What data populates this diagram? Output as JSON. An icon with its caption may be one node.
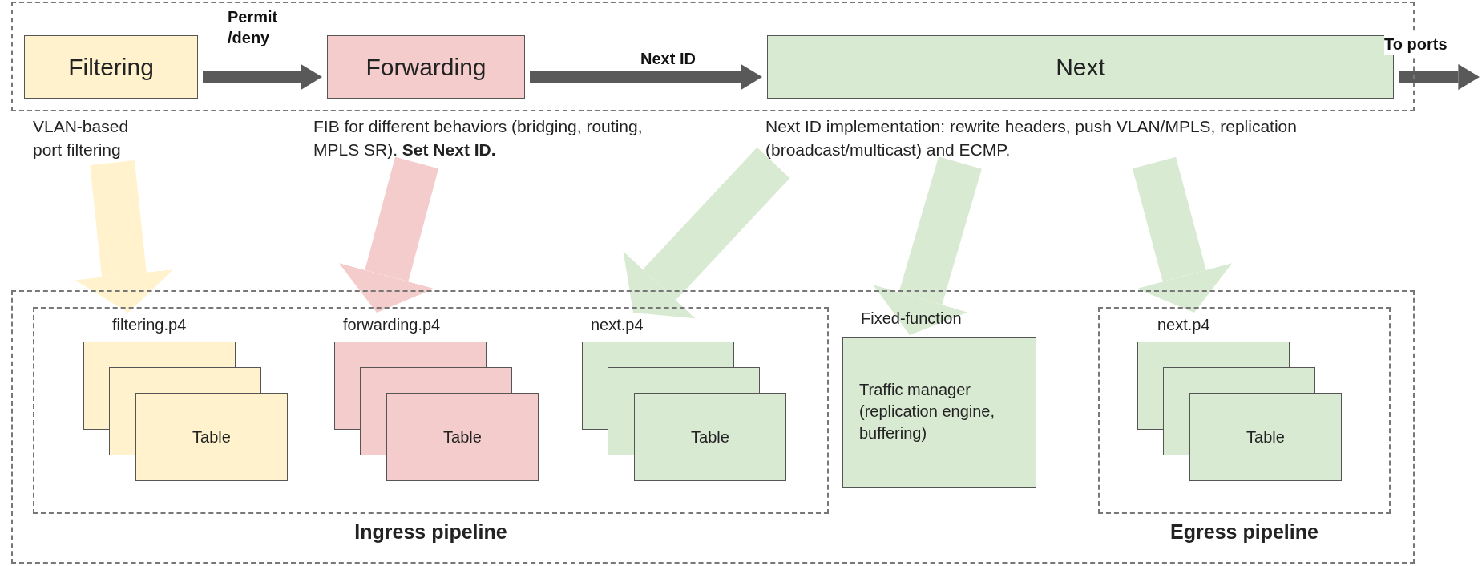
{
  "diagram": {
    "nodes": [
      {
        "text": [],
        "shape": "box"
      },
      {
        "text": [
          "Filtering"
        ],
        "in": 0
      },
      {
        "text": [
          "Forwarding"
        ],
        "in": 0
      },
      {
        "text": [
          "Next"
        ],
        "in": 0
      },
      {
        "text": [
          "VLAN-based port filtering"
        ]
      },
      {
        "text": [
          "FIB for different behaviors (bridging, routing, MPLS SR). **Set Next ID.**"
        ]
      },
      {
        "text": [
          "Next ID implementation: rewrite headers, push VLAN/MPLS, replication (broadcast/multicast) and ECMP."
        ]
      },
      {
        "text": [],
        "shape": "box"
      },
      {
        "text": [
          "Ingress pipeline"
        ],
        "in": 7
      },
      {
        "text": [
          "filtering.p4"
        ],
        "in": 8
      },
      {
        "text": [],
        "shape": "box",
        "in": 8
      },
      {
        "text": [],
        "shape": "box",
        "in": 8
      },
      {
        "text": [
          "Table"
        ],
        "in": 8
      },
      {
        "text": [
          "forwarding.p4"
        ],
        "in": 8
      },
      {
        "text": [],
        "shape": "box",
        "in": 8
      },
      {
        "text": [],
        "shape": "box",
        "in": 8
      },
      {
        "text": [
          "Table"
        ],
        "in": 8
      },
      {
        "text": [
          "next.p4"
        ],
        "in": 8
      },
      {
        "text": [],
        "shape": "box",
        "in": 8
      },
      {
        "text": [],
        "shape": "box",
        "in": 8
      },
      {
        "text": [
          "Table"
        ],
        "in": 8
      },
      {
        "text": [
          "Fixed-function",
          "Traffic manager (replication engine, buffering)"
        ],
        "in": 7
      },
      {
        "text": [
          "Egress pipeline"
        ],
        "in": 7
      },
      {
        "text": [
          "next.p4"
        ],
        "in": 22
      },
      {
        "text": [],
        "shape": "box",
        "in": 22
      },
      {
        "text": [],
        "shape": "box",
        "in": 22
      },
      {
        "text": [
          "Table"
        ],
        "in": 22
      }
    ],
    "edges": [
      {
        "from": 1,
        "to": 2,
        "arrow": "to",
        "label": "Permit /deny",
        "color": "#595959"
      },
      {
        "from": 2,
        "to": 3,
        "arrow": "to",
        "label": "Next ID",
        "color": "#595959"
      },
      {
        "from": 3,
        "to": null,
        "arrow": "to",
        "label": "To ports",
        "color": "#595959"
      },
      {
        "from": 4,
        "to": 9,
        "arrow": "to",
        "color": "#fff2cc"
      },
      {
        "from": 5,
        "to": 13,
        "arrow": "to",
        "color": "#f4cccc"
      },
      {
        "from": 6,
        "to": 17,
        "arrow": "to",
        "color": "#d9ead3"
      },
      {
        "from": 6,
        "to": 21,
        "arrow": "to",
        "color": "#d9ead3"
      },
      {
        "from": 6,
        "to": 23,
        "arrow": "to",
        "color": "#d9ead3"
      }
    ]
  }
}
